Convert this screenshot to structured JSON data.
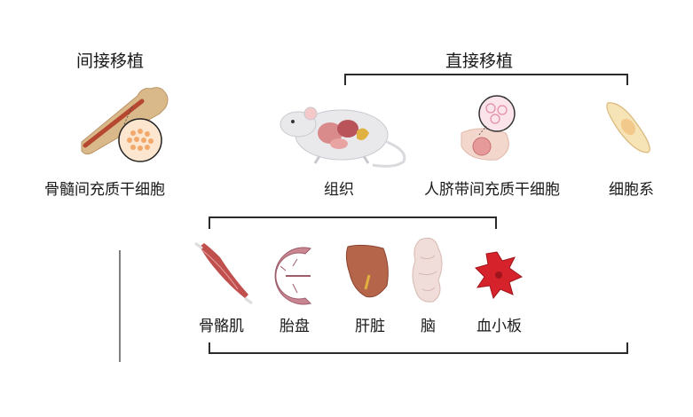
{
  "headers": {
    "indirect": "间接移植",
    "direct": "直接移植"
  },
  "sources": {
    "bmsc": "骨髓间充质干细胞",
    "tissue": "组织",
    "ucmsc": "人脐带间充质干细胞",
    "cell_line": "细胞系"
  },
  "tissues": {
    "muscle": "骨骼肌",
    "placenta": "胎盘",
    "liver": "肝脏",
    "brain": "脑",
    "platelet": "血小板"
  },
  "colors": {
    "bracket": "#2b2b2b",
    "bone": "#d9b98a",
    "marrow": "#f2a86b",
    "mouse": "#e9e9ec",
    "muscle": "#c0504d",
    "placenta": "#c98591",
    "liver": "#b5654a",
    "brain": "#f0dcd8",
    "platelet": "#d6222a",
    "cell": "#f6e3b6"
  }
}
